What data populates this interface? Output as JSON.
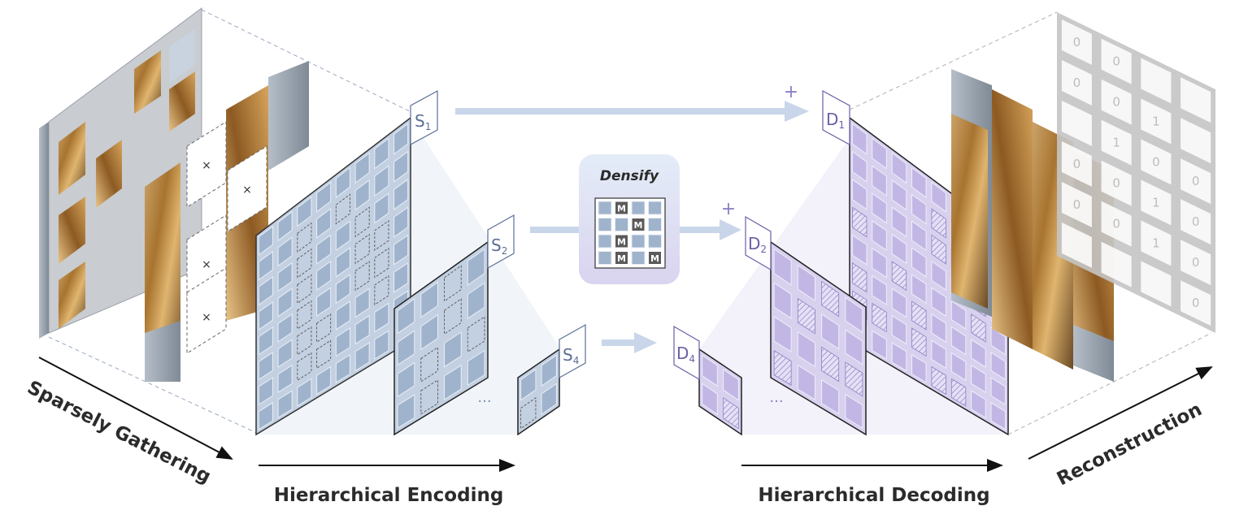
{
  "labels": {
    "sparse": "Sparsely Gathering",
    "encoding": "Hierarchical Encoding",
    "decoding": "Hierarchical Decoding",
    "reconstruction": "Reconstruction",
    "densify": "Densify"
  },
  "encoder_tags": {
    "s1": {
      "base": "S",
      "sub": "1"
    },
    "s2": {
      "base": "S",
      "sub": "2"
    },
    "s4": {
      "base": "S",
      "sub": "4"
    }
  },
  "decoder_tags": {
    "d1": {
      "base": "D",
      "sub": "1"
    },
    "d2": {
      "base": "D",
      "sub": "2"
    },
    "d4": {
      "base": "D",
      "sub": "4"
    }
  },
  "mask_token": "M",
  "removed_patch_mark": "×",
  "ellipsis": "···",
  "plus": "+",
  "mask_grid_values": [
    [
      "0",
      "0",
      "",
      ""
    ],
    [
      "0",
      "0",
      "1",
      ""
    ],
    [
      "",
      "1",
      "0",
      "0"
    ],
    [
      "0",
      "0",
      "1",
      "0"
    ],
    [
      "0",
      "0",
      "1",
      "0"
    ],
    [
      "",
      "",
      "",
      "0"
    ]
  ],
  "colors": {
    "encoder_fill": "#c3d0e1",
    "encoder_cell": "#9fb3cc",
    "decoder_fill": "#d8d1ee",
    "decoder_cell": "#c2b7e4",
    "arrow": "#c9d6ea",
    "mask_grey": "#bfbfbf"
  }
}
